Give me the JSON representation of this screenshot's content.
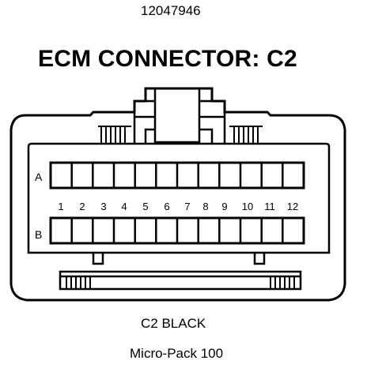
{
  "part_number": "12047946",
  "title": "ECM CONNECTOR: C2",
  "rows": [
    "A",
    "B"
  ],
  "pins": [
    "1",
    "2",
    "3",
    "4",
    "5",
    "6",
    "7",
    "8",
    "9",
    "10",
    "11",
    "12"
  ],
  "color_label": "C2 BLACK",
  "series_label": "Micro-Pack 100"
}
